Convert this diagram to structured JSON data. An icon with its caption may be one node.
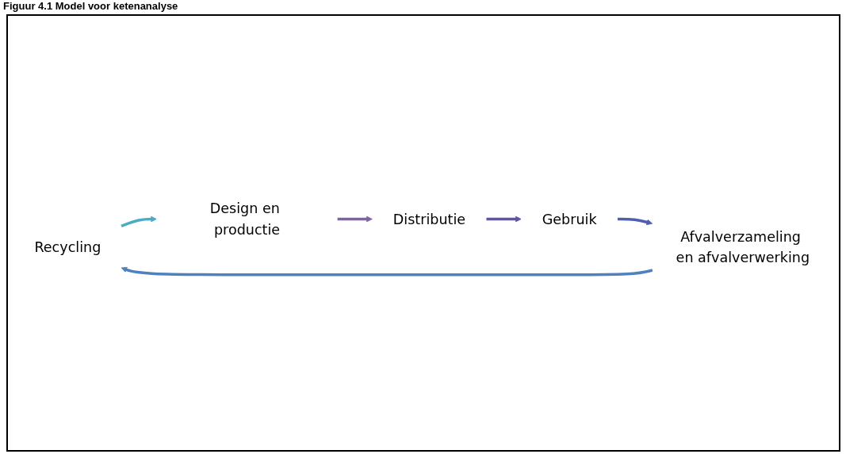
{
  "diagram": {
    "title": "Figuur 4.1 Model voor ketenanalyse",
    "nodes": [
      {
        "text": [
          "Recycling"
        ]
      },
      {
        "text": [
          "Design en productie"
        ]
      },
      {
        "text": [
          "Distributie"
        ]
      },
      {
        "text": [
          "Gebruik"
        ]
      },
      {
        "text": [
          "Afvalverzameling en afvalverwerking"
        ]
      }
    ],
    "edges": [
      {
        "from": 0,
        "to": 1,
        "arrow": "to",
        "color": "#4bacc6"
      },
      {
        "from": 1,
        "to": 2,
        "arrow": "to",
        "color": "#8064a2"
      },
      {
        "from": 2,
        "to": 3,
        "arrow": "to",
        "color": "#5f55a8"
      },
      {
        "from": 3,
        "to": 4,
        "arrow": "to",
        "color": "#4f5fb0"
      },
      {
        "from": 4,
        "to": 0,
        "arrow": "to",
        "color": "#4f81bd"
      }
    ]
  }
}
